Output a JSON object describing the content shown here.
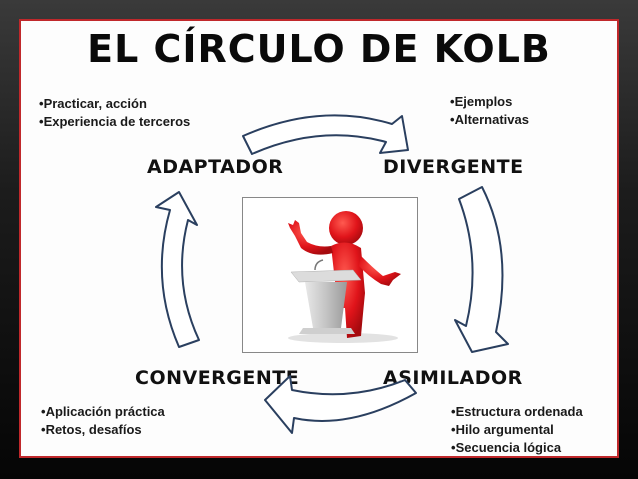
{
  "title": "EL CÍRCULO DE KOLB",
  "stages": {
    "adaptador": {
      "label": "ADAPTADOR",
      "bullets": [
        "Practicar, acción",
        "Experiencia de terceros"
      ]
    },
    "divergente": {
      "label": "DIVERGENTE",
      "bullets": [
        "Ejemplos",
        "Alternativas"
      ]
    },
    "asimilador": {
      "label": "ASIMILADOR",
      "bullets": [
        "Estructura ordenada",
        "Hilo argumental",
        "Secuencia lógica"
      ]
    },
    "convergente": {
      "label": "CONVERGENTE",
      "bullets": [
        "Aplicación práctica",
        "Retos, desafíos"
      ]
    }
  },
  "center_image": "red-figure-at-podium",
  "colors": {
    "border": "#c0282b",
    "arrow_outline": "#2a3f5f",
    "figure": "#e0141a",
    "podium": "#c8c8c8"
  }
}
